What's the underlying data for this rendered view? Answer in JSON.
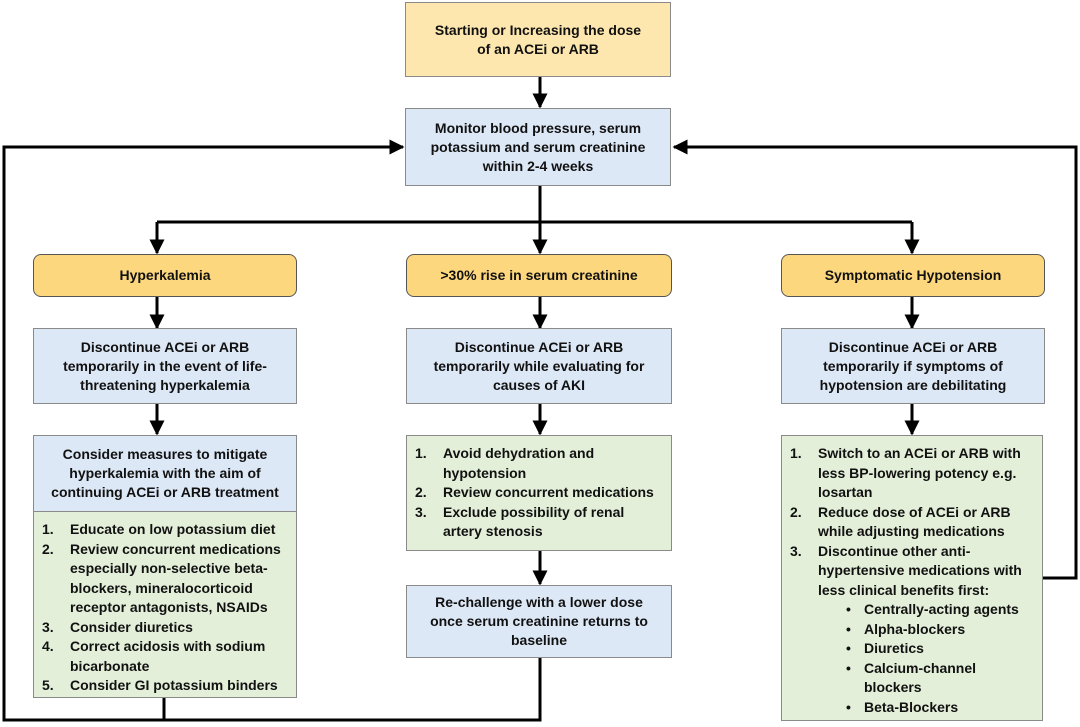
{
  "start": "Starting or Increasing the dose\nof an ACEi or ARB",
  "monitor": "Monitor blood pressure, serum\npotassium and serum creatinine\nwithin 2-4 weeks",
  "hyperkalemia": {
    "title": "Hyperkalemia",
    "discontinue": "Discontinue ACEi or ARB\ntemporarily in the event of life-\nthreatening hyperkalemia",
    "consider": "Consider measures to mitigate\nhyperkalemia with the aim of\ncontinuing ACEi or ARB treatment",
    "steps": [
      {
        "num": "1.",
        "text": "Educate on low potassium diet"
      },
      {
        "num": "2.",
        "text": "Review concurrent medications especially non-selective beta-blockers, mineralocorticoid receptor antagonists, NSAIDs"
      },
      {
        "num": "3.",
        "text": "Consider diuretics"
      },
      {
        "num": "4.",
        "text": "Correct acidosis with sodium bicarbonate"
      },
      {
        "num": "5.",
        "text": "Consider GI potassium binders"
      }
    ]
  },
  "creatinine": {
    "title": ">30% rise in serum creatinine",
    "discontinue": "Discontinue ACEi or ARB\ntemporarily  while evaluating for\ncauses of AKI",
    "steps": [
      {
        "num": "1.",
        "text": "Avoid dehydration and hypotension"
      },
      {
        "num": "2.",
        "text": "Review concurrent medications"
      },
      {
        "num": "3.",
        "text": "Exclude possibility of renal artery stenosis"
      }
    ],
    "rechallenge": "Re-challenge with a lower dose\nonce serum creatinine returns to\nbaseline"
  },
  "hypotension": {
    "title": "Symptomatic Hypotension",
    "discontinue": "Discontinue ACEi or ARB\ntemporarily if symptoms of\nhypotension are  debilitating",
    "steps": [
      {
        "num": "1.",
        "text": "Switch to an ACEi or ARB with less BP-lowering potency e.g. losartan"
      },
      {
        "num": "2.",
        "text": "Reduce dose of ACEi or ARB while adjusting medications"
      },
      {
        "num": "3.",
        "text": "Discontinue other anti-hypertensive medications with less clinical benefits first:"
      }
    ],
    "bullets": [
      "Centrally-acting agents",
      "Alpha-blockers",
      "Diuretics",
      "Calcium-channel blockers",
      "Beta-Blockers"
    ]
  }
}
